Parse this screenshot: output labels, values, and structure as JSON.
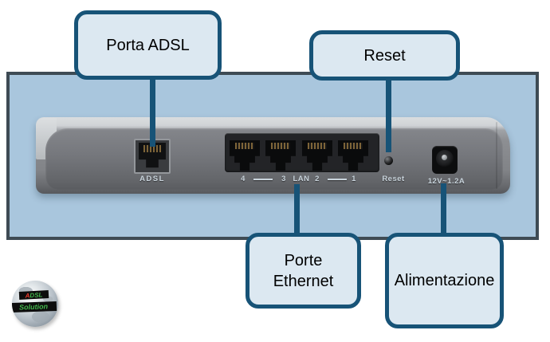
{
  "diagram": {
    "callouts": [
      {
        "id": "porta-adsl",
        "label": "Porta ADSL"
      },
      {
        "id": "reset",
        "label": "Reset"
      },
      {
        "id": "porte-ethernet",
        "label": "Porte\nEthernet"
      },
      {
        "id": "alimentazione",
        "label": "Alimentazione"
      }
    ],
    "device_labels": {
      "adsl_port": "ADSL",
      "lan_port_4": "4",
      "lan_port_3": "3",
      "lan_group": "LAN",
      "lan_port_2": "2",
      "lan_port_1": "1",
      "reset_button": "Reset",
      "power_jack": "12V~1.2A"
    },
    "logo": {
      "line1_prefix": "A",
      "line1_rest": "DSL",
      "line2": "Solution"
    },
    "colors": {
      "accent_blue": "#175377",
      "photo_background": "#a9c6dd",
      "photo_border": "#3e4b54",
      "callout_fill": "#dce8f1",
      "device_gray": "#85878b"
    }
  }
}
